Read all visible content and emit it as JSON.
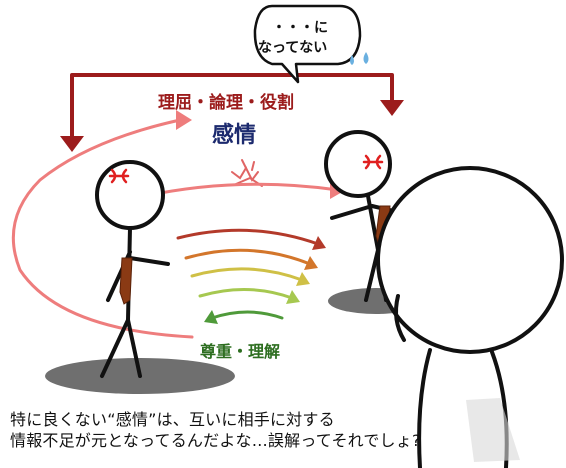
{
  "speech_bubble": {
    "line1": "・・・に",
    "line2": "なってない"
  },
  "labels": {
    "logic": "理屈・論理・役割",
    "emotion": "感情",
    "respect": "尊重・理解"
  },
  "caption": {
    "line1": "特に良くない“感情”は、互いに相手に対する",
    "line2": "情報不足が元となってるんだよな…誤解ってそれでしょ?"
  },
  "colors": {
    "logic_arrow": "#9c1c1c",
    "emotion_text": "#1c2a6e",
    "respect_text": "#2d6e20",
    "pink_arrow": "#ee7d7d",
    "anger_mark": "#e02020",
    "tie": "#8a3a14",
    "shadow": "#6f6f6f",
    "sweat": "#6ab0e0"
  },
  "icons": {
    "anger_mark": "anger-symbol-icon",
    "clash": "clash-spark-icon",
    "sweat": "sweat-drops-icon"
  }
}
